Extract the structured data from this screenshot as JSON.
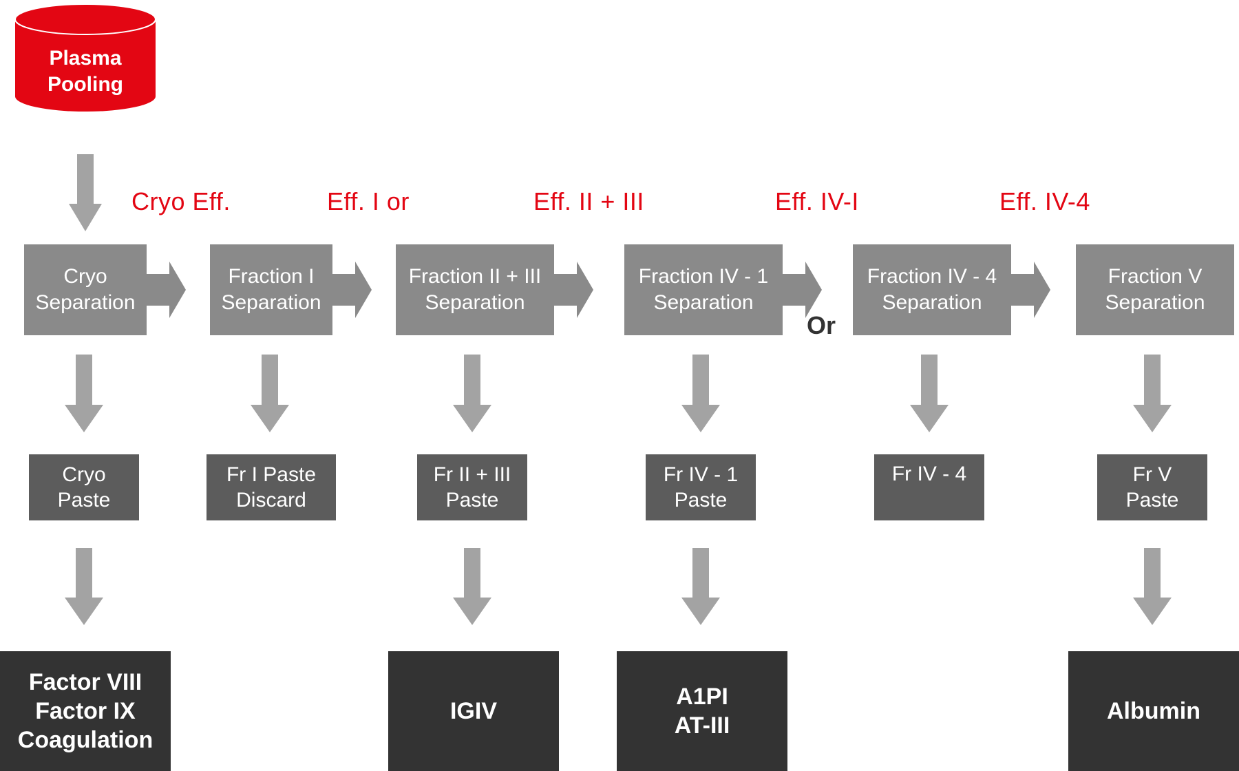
{
  "source": {
    "line1": "Plasma",
    "line2": "Pooling",
    "color": "#e30613"
  },
  "effluents": {
    "cryo": "Cryo Eff.",
    "fr1": "Eff. I or",
    "fr23": "Eff. II + III",
    "fr4_1": "Eff. IV-I",
    "fr4_4": "Eff. IV-4"
  },
  "separations": {
    "cryo": {
      "line1": "Cryo",
      "line2": "Separation"
    },
    "fr1": {
      "line1": "Fraction I",
      "line2": "Separation"
    },
    "fr23": {
      "line1": "Fraction II + III",
      "line2": "Separation"
    },
    "fr4_1": {
      "line1": "Fraction IV - 1",
      "line2": "Separation"
    },
    "fr4_4": {
      "line1": "Fraction IV - 4",
      "line2": "Separation"
    },
    "fr5": {
      "line1": "Fraction V",
      "line2": "Separation"
    }
  },
  "or_label": "Or",
  "pastes": {
    "cryo": {
      "line1": "Cryo",
      "line2": "Paste"
    },
    "fr1": {
      "line1": "Fr I Paste",
      "line2": "Discard"
    },
    "fr23": {
      "line1": "Fr II + III",
      "line2": "Paste"
    },
    "fr4_1": {
      "line1": "Fr IV - 1",
      "line2": "Paste"
    },
    "fr4_4": {
      "line1": "Fr IV - 4"
    },
    "fr5": {
      "line1": "Fr V",
      "line2": "Paste"
    }
  },
  "products": {
    "cryo": {
      "line1": "Factor VIII",
      "line2": "Factor IX",
      "line3": "Coagulation"
    },
    "fr23": {
      "line1": "IGIV"
    },
    "fr4_1": {
      "line1": "A1PI",
      "line2": "AT-III"
    },
    "fr5": {
      "line1": "Albumin"
    }
  },
  "colors": {
    "accent_red": "#e30613",
    "separation_box": "#8a8a8a",
    "paste_box": "#5c5c5c",
    "product_box": "#333333",
    "arrow": "#a3a3a3"
  }
}
